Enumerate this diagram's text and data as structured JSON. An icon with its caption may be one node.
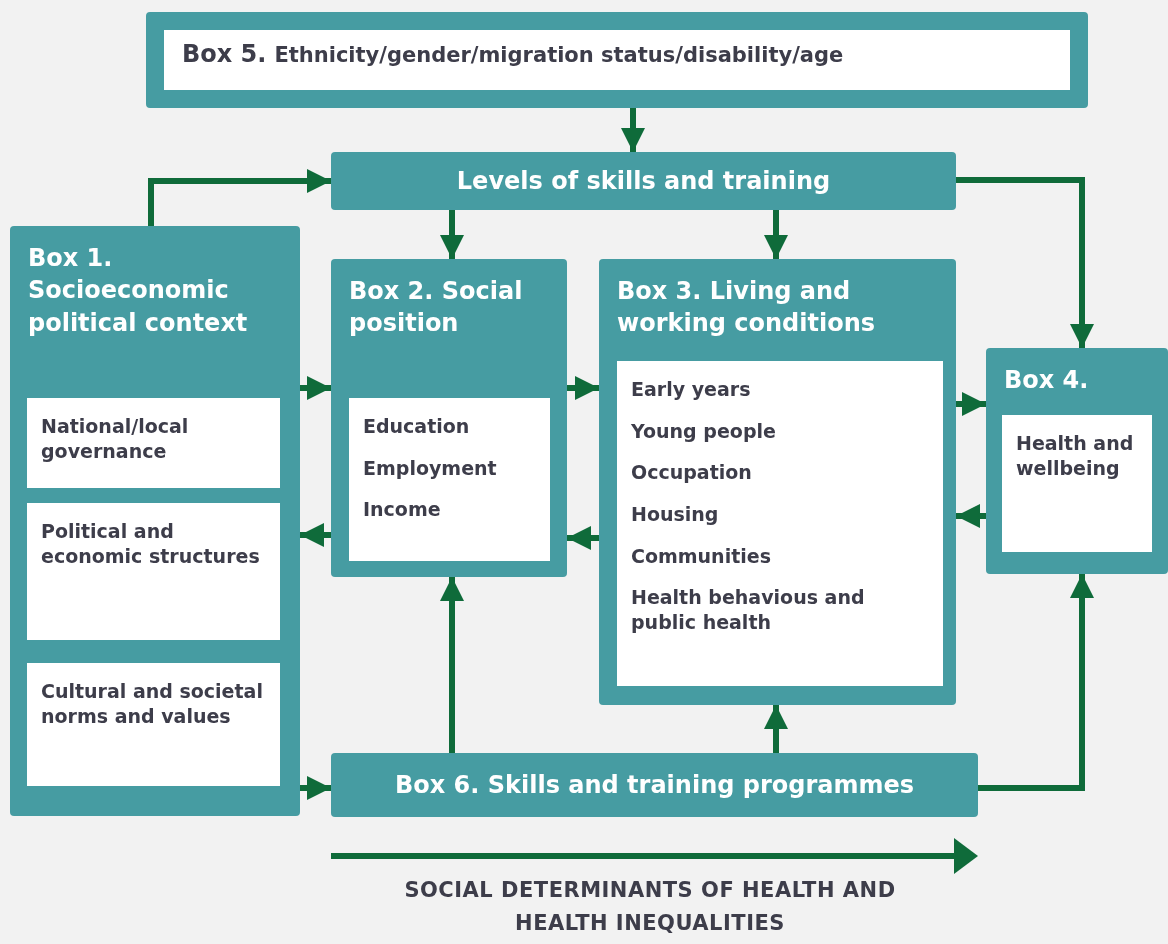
{
  "diagram": {
    "nodes": [
      {
        "text": [
          "Box 5.",
          "Ethnicity/gender/migration status/disability/age"
        ]
      },
      {
        "text": [
          "Levels of skills and training"
        ]
      },
      {
        "text": [
          "Box 1. Socioeconomic political context"
        ]
      },
      {
        "text": [
          "National/local governance"
        ],
        "in": 2
      },
      {
        "text": [
          "Political and economic structures"
        ],
        "in": 2
      },
      {
        "text": [
          "Cultural and societal norms and values"
        ],
        "in": 2
      },
      {
        "text": [
          "Box 2. Social position"
        ]
      },
      {
        "text": [
          "Education",
          "Employment",
          "Income"
        ],
        "in": 6
      },
      {
        "text": [
          "Box 3. Living and working conditions"
        ]
      },
      {
        "text": [
          "Early years",
          "Young people",
          "Occupation",
          "Housing",
          "Communities",
          "Health behavious and public health"
        ],
        "in": 8
      },
      {
        "text": [
          "Box 4."
        ]
      },
      {
        "text": [
          "Health and wellbeing"
        ],
        "in": 10
      },
      {
        "text": [
          "Box 6. Skills and training programmes"
        ]
      }
    ],
    "edges": [
      {
        "from": 0,
        "to": 1,
        "arrow": "to"
      },
      {
        "from": 2,
        "to": 1,
        "arrow": "to"
      },
      {
        "from": 1,
        "to": 6,
        "arrow": "to"
      },
      {
        "from": 1,
        "to": 8,
        "arrow": "to"
      },
      {
        "from": 1,
        "to": 10,
        "arrow": "to"
      },
      {
        "from": 2,
        "to": 6,
        "arrow": "to"
      },
      {
        "from": 6,
        "to": 2,
        "arrow": "to"
      },
      {
        "from": 6,
        "to": 8,
        "arrow": "to"
      },
      {
        "from": 8,
        "to": 6,
        "arrow": "to"
      },
      {
        "from": 8,
        "to": 10,
        "arrow": "to"
      },
      {
        "from": 10,
        "to": 8,
        "arrow": "to"
      },
      {
        "from": 12,
        "to": 6,
        "arrow": "to"
      },
      {
        "from": 12,
        "to": 8,
        "arrow": "to"
      },
      {
        "from": 12,
        "to": 10,
        "arrow": "to"
      },
      {
        "from": 2,
        "to": 12,
        "arrow": "to"
      }
    ],
    "labels": [
      "SOCIAL DETERMINANTS OF HEALTH AND HEALTH INEQUALITIES"
    ]
  }
}
